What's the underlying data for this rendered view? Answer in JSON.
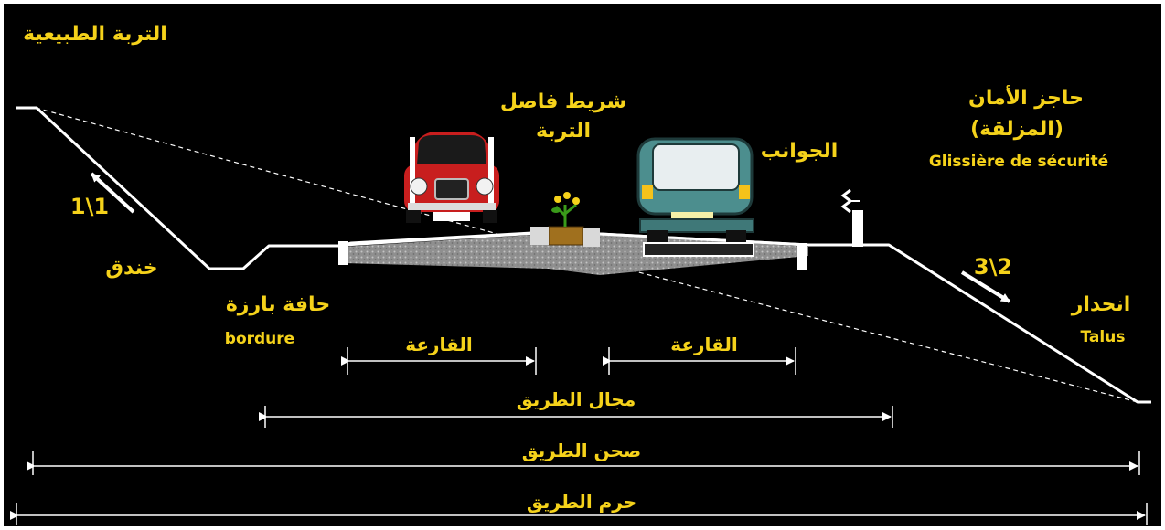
{
  "colors": {
    "background": "#000000",
    "label": "#f5d21a",
    "line": "#ffffff",
    "pavement": "#9a9a9a",
    "car_red": "#c81e1e",
    "van_teal": "#4c8e8e",
    "soil_strip": "#a0701e"
  },
  "labels": {
    "natural_soil": "التربة الطبيعية",
    "safety_barrier_ar": "حاجز الأمان",
    "safety_barrier_ar2": "(المزلقة)",
    "safety_barrier_fr": "Glissière de sécurité",
    "median_strip_line1": "شريط فاصل",
    "median_strip_line2": "التربة",
    "shoulders": "الجوانب",
    "ditch": "خندق",
    "curb_ar": "حافة بارزة",
    "curb_fr": "bordure",
    "slope_ar": "انحدار",
    "slope_fr": "Talus",
    "slope_left": "1\\1",
    "slope_right": "3\\2"
  },
  "dimensions": {
    "carriageway_left": "القارعة",
    "carriageway_right": "القارعة",
    "road_space": "مجال الطريق",
    "roadbed": "صحن الطريق",
    "right_of_way": "حرم الطريق"
  },
  "icons": [
    "red-car-icon",
    "van-icon",
    "plant-icon",
    "guardrail-icon",
    "arrow-icon"
  ]
}
